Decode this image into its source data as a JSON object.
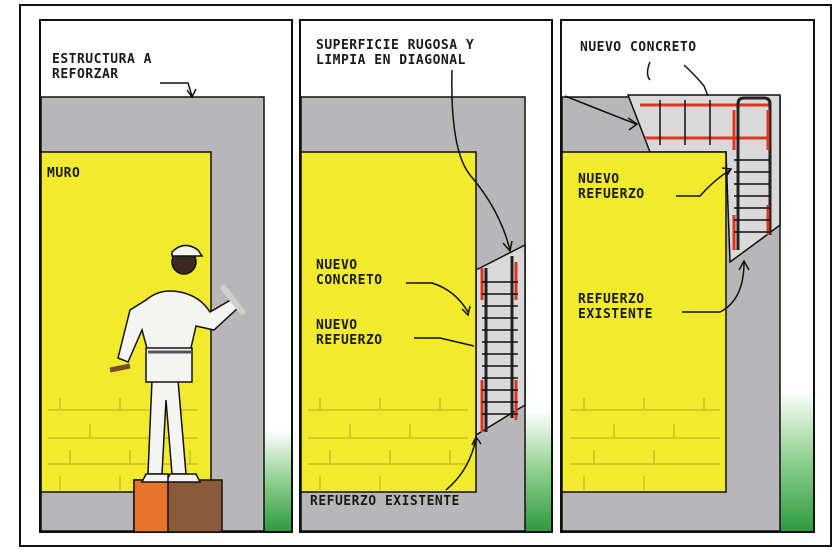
{
  "panels": [
    {
      "id": "panel-1",
      "labels": {
        "structure": "ESTRUCTURA A\nREFORZAR",
        "wall": "MURO"
      }
    },
    {
      "id": "panel-2",
      "labels": {
        "surface": "SUPERFICIE RUGOSA Y\nLIMPIA EN DIAGONAL",
        "new_concrete": "NUEVO\nCONCRETO",
        "new_reinforcement": "NUEVO\nREFUERZO",
        "existing_reinforcement": "REFUERZO EXISTENTE"
      }
    },
    {
      "id": "panel-3",
      "labels": {
        "new_concrete": "NUEVO CONCRETO",
        "new_reinforcement": "NUEVO\nREFUERZO",
        "existing_reinforcement": "REFUERZO\nEXISTENTE"
      }
    }
  ],
  "colors": {
    "wall": "#f2ea2c",
    "column": "#b7b7b9",
    "rebar_new": "#e0341f",
    "rebar": "#222222",
    "grass": "#3aa64a",
    "pedestal": "#e8732a",
    "outline": "#111111"
  }
}
